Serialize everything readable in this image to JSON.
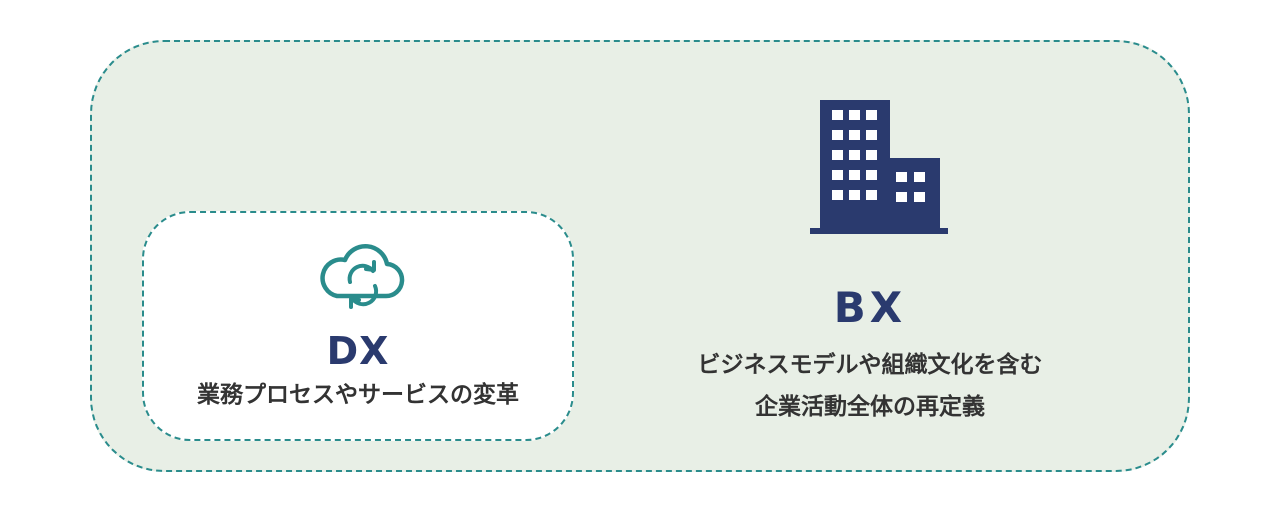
{
  "colors": {
    "accent": "#2a8c8c",
    "navy": "#2a3a6e",
    "outer_fill": "#e8efe6",
    "inner_fill": "#ffffff",
    "text": "#333333"
  },
  "icons": {
    "dx": "cloud-sync-icon",
    "bx": "office-building-icon"
  },
  "dx": {
    "title": "DX",
    "description": "業務プロセスやサービスの変革"
  },
  "bx": {
    "title": "BX",
    "description_lines": [
      "ビジネスモデルや組織文化を含む",
      "企業活動全体の再定義"
    ]
  }
}
